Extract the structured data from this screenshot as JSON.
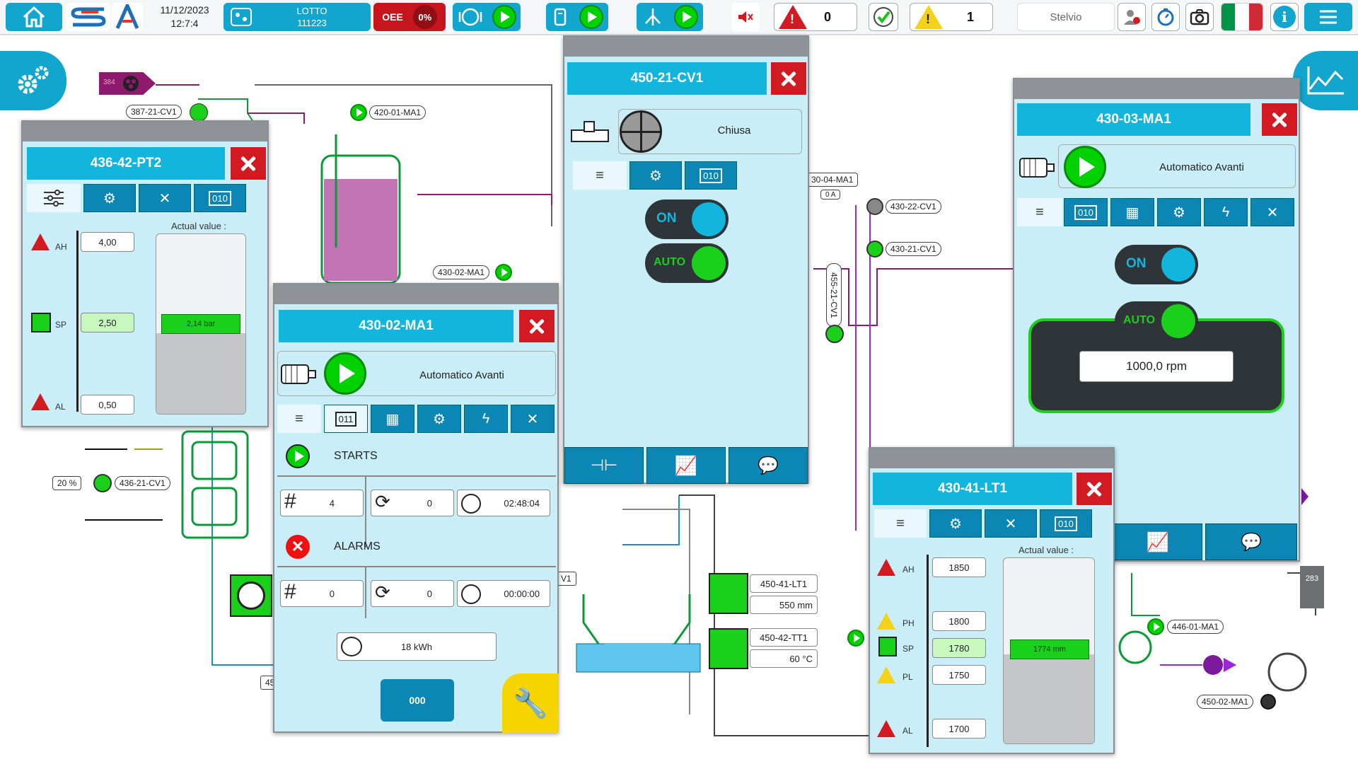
{
  "topbar": {
    "date": "11/12/2023",
    "time": "12:7:4",
    "lotto_label": "LOTTO",
    "lotto_value": "111223",
    "oee_label": "OEE",
    "oee_value": "0%",
    "alarm_count": "0",
    "warning_count": "1",
    "user": "Stelvio"
  },
  "process": {
    "tag_384": "384",
    "tag_387": "387-21-CV1",
    "tag_420": "420-01-MA1",
    "tag_430_02": "430-02-MA1",
    "tag_430_04": "30-04-MA1",
    "tag_430_04_val": "0 A",
    "tag_430_22": "430-22-CV1",
    "tag_430_21": "430-21-CV1",
    "tag_455": "455-21-CV1",
    "tag_436_21_pct": "20 %",
    "tag_436_21": "436-21-CV1",
    "tag_446": "446-01-MA1",
    "tag_450_02": "450-02-MA1",
    "tag_283": "283",
    "tag_45": "45",
    "tag_v1": "V1",
    "lt1_name": "450-41-LT1",
    "lt1_value": "550 mm",
    "tt1_name": "450-42-TT1",
    "tt1_value": "60 °C"
  },
  "panel_pt2": {
    "title": "436-42-PT2",
    "actual_label": "Actual value :",
    "ah_label": "AH",
    "ah_value": "4,00",
    "sp_label": "SP",
    "sp_value": "2,50",
    "al_label": "AL",
    "al_value": "0,50",
    "bar_value": "2,14 bar",
    "fill": 0.45
  },
  "panel_ma1_02": {
    "title": "430-02-MA1",
    "mode": "Automatico Avanti",
    "starts_label": "STARTS",
    "starts_count": "4",
    "starts_cycles": "0",
    "starts_time": "02:48:04",
    "alarms_label": "ALARMS",
    "alarms_count": "0",
    "alarms_cycles": "0",
    "alarms_time": "00:00:00",
    "energy": "18 kWh",
    "reset_label": "000"
  },
  "panel_cv1": {
    "title": "450-21-CV1",
    "state": "Chiusa",
    "on_label": "ON",
    "auto_label": "AUTO"
  },
  "panel_ma1_03": {
    "title": "430-03-MA1",
    "mode": "Automatico Avanti",
    "on_label": "ON",
    "auto_label": "AUTO",
    "speed": "1000,0 rpm"
  },
  "panel_lt1": {
    "title": "430-41-LT1",
    "actual_label": "Actual value :",
    "ah_label": "AH",
    "ah_value": "1850",
    "ph_label": "PH",
    "ph_value": "1800",
    "sp_label": "SP",
    "sp_value": "1780",
    "pl_label": "PL",
    "pl_value": "1750",
    "al_label": "AL",
    "al_value": "1700",
    "bar_value": "1774 mm",
    "fill": 0.48
  },
  "colors": {
    "accent": "#12b5dc",
    "tab": "#0c86b4",
    "alarm": "#d11a22",
    "ok": "#00d200",
    "panel": "#c9eef7"
  }
}
